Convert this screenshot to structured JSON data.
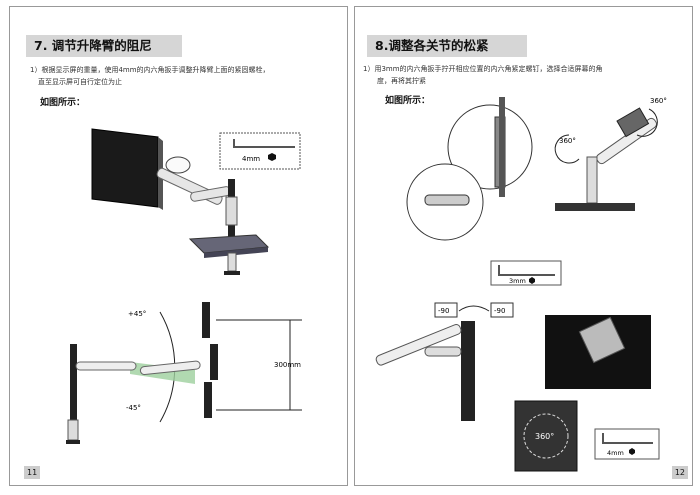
{
  "left_page": {
    "heading": "7.  调节升降臂的阻尼",
    "instruction_line1": "1）根据显示屏的重量，使用4mm的内六角扳手调整升降臂上面的紧固螺栓，",
    "instruction_line2": "直至显示屏可自行定位为止",
    "figure_label": "如图所示：",
    "wrench_label": "4mm",
    "angle_top": "+45°",
    "angle_bottom": "-45°",
    "height_label": "300mm",
    "page_number": "11"
  },
  "right_page": {
    "heading": "8.调整各关节的松紧",
    "instruction_line1": "1）用3mm的内六角扳手拧开相应位置的内六角紧定螺钉，选择合适屏幕的角",
    "instruction_line2": "度，再将其拧紧",
    "figure_label": "如图所示：",
    "rotation_top": "360°",
    "rotation_left": "360°",
    "wrench_label": "3mm",
    "tilt_left": "-90",
    "tilt_right": "-90",
    "rotation_plate": "360°",
    "wrench_label_2": "4mm",
    "page_number": "12"
  }
}
